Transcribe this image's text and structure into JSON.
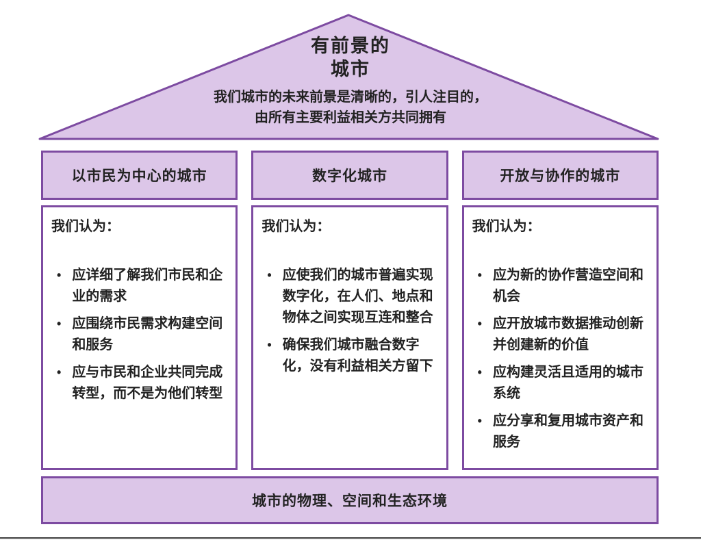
{
  "colors": {
    "fill": "#dcc6e8",
    "border": "#7d4ba1",
    "text": "#222222",
    "rule": "#4d4d4d",
    "body-bg": "#ffffff"
  },
  "bullet_glyph": "•",
  "roof": {
    "title_line1": "有前景的",
    "title_line2": "城市",
    "subtitle_line1": "我们城市的未来前景是清晰的，引人注目的，",
    "subtitle_line2": "由所有主要利益相关方共同拥有"
  },
  "columns": [
    {
      "header": "以市民为中心的城市",
      "intro": "我们认为：",
      "bullets": [
        "应详细了解我们市民和企业的需求",
        "应围绕市民需求构建空间和服务",
        "应与市民和企业共同完成转型，而不是为他们转型"
      ]
    },
    {
      "header": "数字化城市",
      "intro": "我们认为：",
      "bullets": [
        "应使我们的城市普遍实现数字化，在人们、地点和物体之间实现互连和整合",
        "确保我们城市融合数字化，没有利益相关方留下"
      ]
    },
    {
      "header": "开放与协作的城市",
      "intro": "我们认为：",
      "bullets": [
        "应为新的协作营造空间和机会",
        "应开放城市数据推动创新并创建新的价值",
        "应构建灵活且适用的城市系统",
        "应分享和复用城市资产和服务"
      ]
    }
  ],
  "base": {
    "label": "城市的物理、空间和生态环境"
  }
}
